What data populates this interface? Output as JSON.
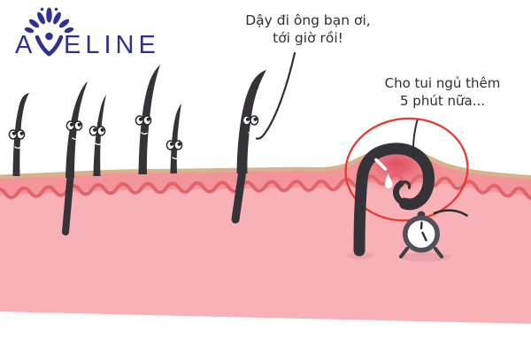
{
  "brand": {
    "name": "AVELINE",
    "text_before_icon": "A",
    "text_after_icon": "ELINE",
    "color": "#2e3192",
    "icon": "lotus-person-icon"
  },
  "speech": {
    "wake_up": {
      "line1": "Dậy đi ông bạn ơi,",
      "line2": "tới giờ rồi!"
    },
    "sleepy": {
      "line1": "Cho tui ngủ thêm",
      "line2": "5 phút nữa..."
    }
  },
  "scene": {
    "description": "Cartoon cross-section of skin: six awake hairs with googly eyes stand above the surface; one ingrown hair is curled up asleep inside a red inflamed bump, circled in red, with a ringing alarm clock and a sweat drop beside it.",
    "standing_hair_count": 6,
    "elements": [
      "standing-hairs",
      "ingrown-hair",
      "skin-surface",
      "epidermis-band",
      "dermis",
      "inflamed-bump",
      "highlight-circle",
      "alarm-clock",
      "sweat-drop"
    ],
    "colors": {
      "hair": "#353338",
      "skin_top_line": "#d8b28c",
      "epidermis_band": "#f2949a",
      "dermis": "#f8b1b7",
      "wavy_line": "#e2646b",
      "inflammation": "#e2596a",
      "highlight_circle": "#e73b31",
      "clock_body": "#515058",
      "text": "#2f2e33",
      "background": "#ffffff"
    }
  }
}
